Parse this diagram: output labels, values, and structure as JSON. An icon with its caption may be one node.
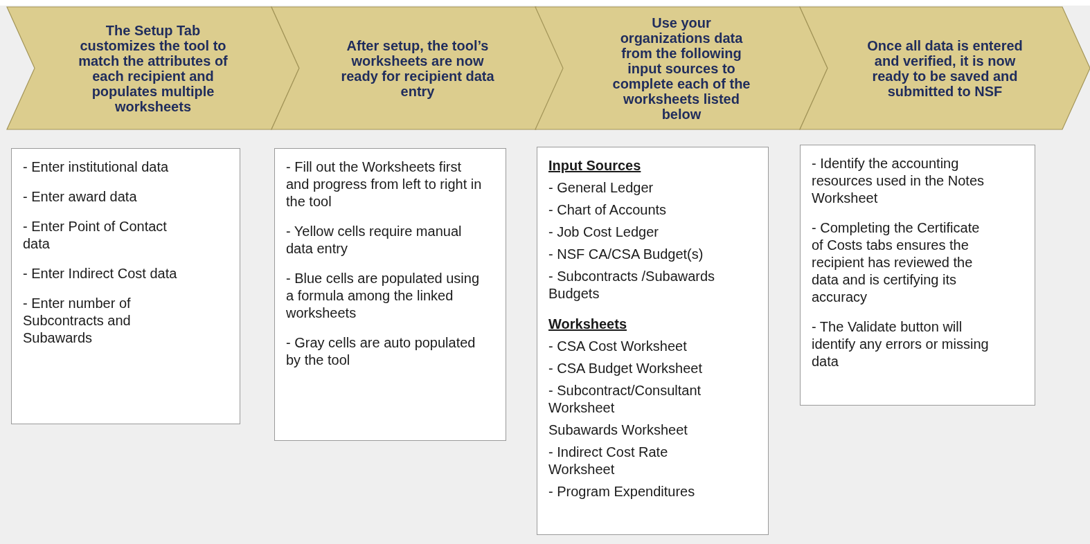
{
  "diagram": {
    "nodes": [
      {
        "text": [
          "The Setup Tab customizes the tool to match the attributes of each recipient and populates multiple worksheets"
        ]
      },
      {
        "text": [
          "After setup, the tool’s worksheets are now ready for recipient data entry"
        ]
      },
      {
        "text": [
          "Use your organizations data from the following input sources to complete each of the worksheets listed below"
        ]
      },
      {
        "text": [
          "Once all data is entered and verified, it is now ready to be saved and submitted to NSF"
        ]
      },
      {
        "text": [
          "- Enter institutional data",
          "- Enter award data",
          "- Enter Point of Contact data",
          "- Enter Indirect Cost data",
          "- Enter number of Subcontracts and Subawards"
        ]
      },
      {
        "text": [
          "- Fill out the Worksheets first and progress from left to right in the tool",
          "- Yellow cells require manual data entry",
          "- Blue cells are populated using a formula among the linked worksheets",
          "- Gray cells are auto populated by the tool"
        ]
      },
      {
        "text": [
          "Input Sources",
          "- General Ledger",
          "- Chart of Accounts",
          "- Job Cost Ledger",
          "- NSF CA/CSA Budget(s)",
          "- Subcontracts /Subawards Budgets",
          "Worksheets",
          "- CSA Cost Worksheet",
          "- CSA Budget Worksheet",
          "- Subcontract/Consultant Worksheet",
          "Subawards Worksheet",
          "- Indirect Cost Rate Worksheet",
          "- Program Expenditures"
        ]
      },
      {
        "text": [
          "- Identify the accounting resources used in the Notes Worksheet",
          "- Completing the Certificate of Costs tabs ensures the recipient has reviewed the data and is certifying its accuracy",
          "- The Validate button will identify any errors or missing data"
        ]
      }
    ]
  }
}
